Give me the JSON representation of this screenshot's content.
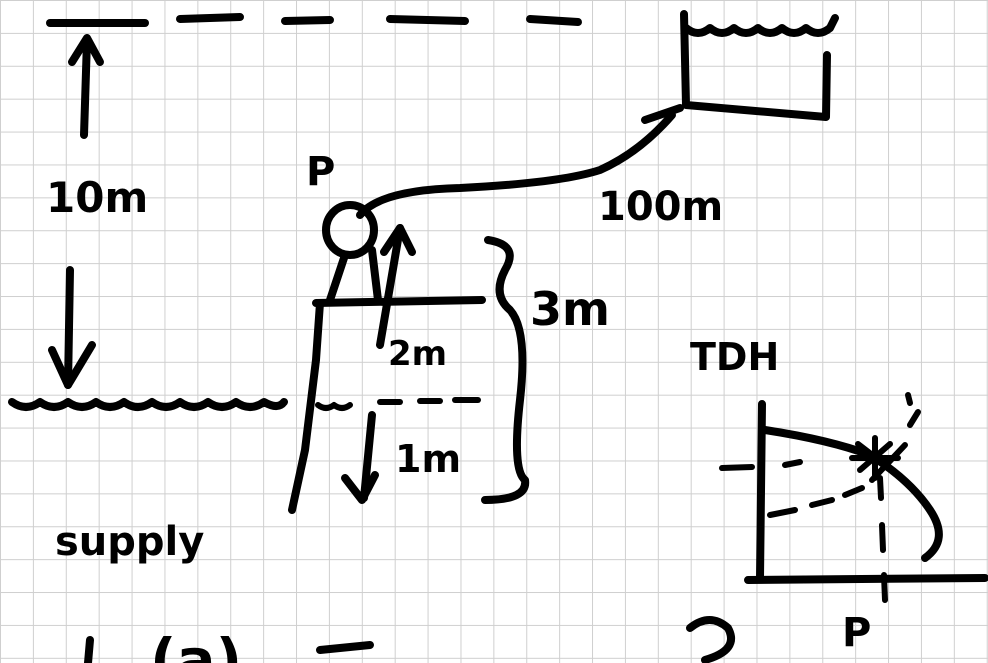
{
  "labels": {
    "upper_height": "10m",
    "pump_label": "P",
    "pipe_length": "100m",
    "total_suction": "3m",
    "pump_above_water": "2m",
    "submergence": "1m",
    "supply_label": "supply",
    "graph_y_label": "TDH",
    "graph_x_label": "P",
    "bottom_partial": "(a)"
  }
}
